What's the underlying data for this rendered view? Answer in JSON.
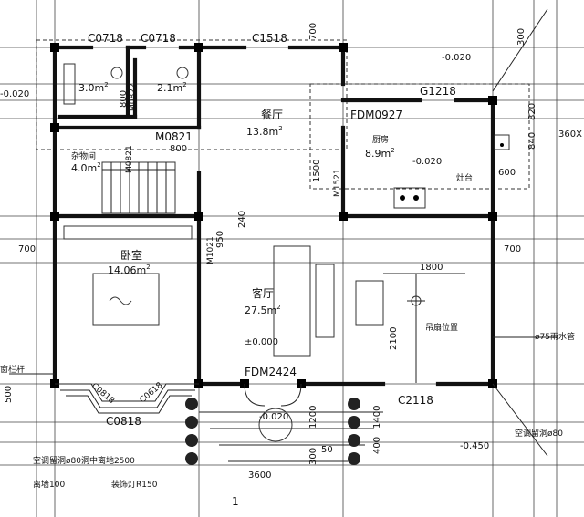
{
  "plan": {
    "windows": {
      "c0718_a": "C0718",
      "c0718_b": "C0718",
      "c1518": "C1518",
      "g1218": "G1218",
      "c2118": "C2118",
      "c0818": "C0818",
      "c0818_diag": "C0818",
      "c0618": "C0618",
      "fdm0927": "FDM0927",
      "fdm2424": "FDM2424",
      "m0821": "M0821",
      "m0821_b": "M0821",
      "m0822": "M0822",
      "m1021": "M1021",
      "m1521": "M1521",
      "c0818_short": "C0818"
    },
    "rooms": {
      "bath1_area": "3.0m",
      "bath2_area": "2.1m",
      "dining_name": "餐厅",
      "dining_area": "13.8m",
      "storage_name": "杂物间",
      "storage_area": "4.0m",
      "kitchen_name": "厨房",
      "kitchen_area": "8.9m",
      "kitchen_level": "-0.020",
      "bedroom_name": "卧室",
      "bedroom_area": "14.06m",
      "living_name": "客厅",
      "living_area": "27.5m",
      "living_level": "±0.000",
      "fan_label": "吊扇位置",
      "stove_label": "灶台",
      "sup": "2"
    },
    "levels": {
      "top_right": "-0.020",
      "left": "-0.020",
      "door_front": "-0.020",
      "bottom_right": "-0.450"
    },
    "dims": {
      "top_700": "700",
      "top_300": "300",
      "d_800": "800",
      "d_800b": "800",
      "d_1500": "1500",
      "d_240": "240",
      "d_950": "950",
      "d_1800": "1800",
      "d_2100": "2100",
      "d_700_left": "700",
      "d_700_right": "700",
      "d_840": "840",
      "d_820": "820",
      "d_360": "360X",
      "d_600": "600",
      "d_500_left": "500",
      "d_1200": "1200",
      "d_1400": "1400",
      "d_400": "400",
      "d_300_bot": "300",
      "d_3600": "3600",
      "d_50": "50",
      "d_1": "1"
    },
    "notes": {
      "window_rail": "窗栏杆",
      "ac_hole_left": "空调留洞ø80洞中离地2500",
      "ac_hole_left2": "离墙100",
      "deco_light": "装饰灯R150",
      "drain_pipe": "ø75雨水管",
      "ac_hole_right": "空调留洞ø80"
    }
  }
}
